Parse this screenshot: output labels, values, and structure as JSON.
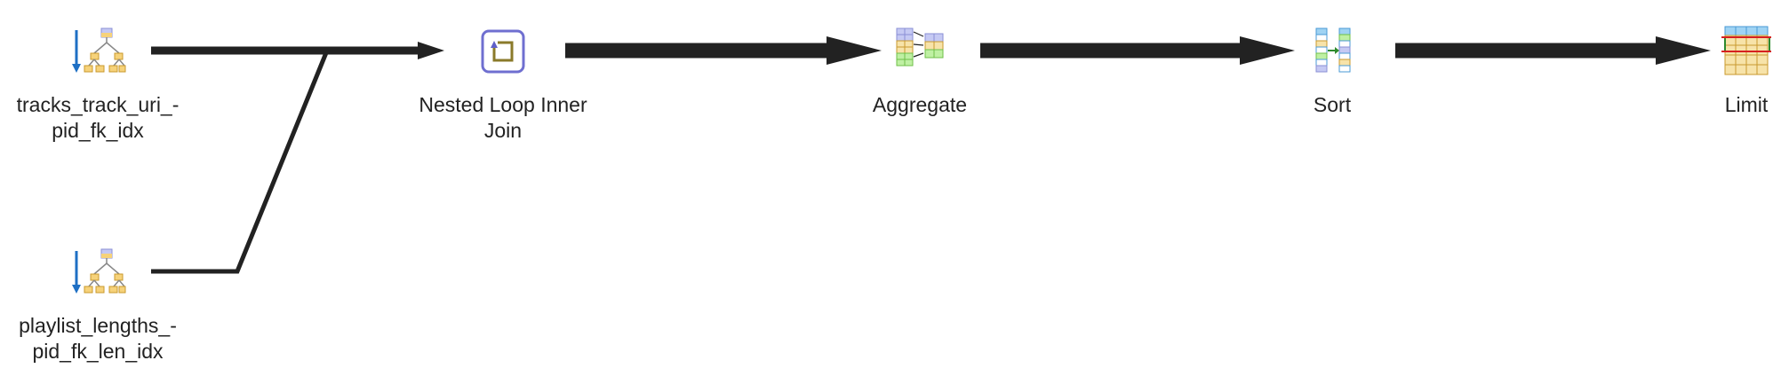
{
  "diagram": {
    "nodes": {
      "index_scan_1": {
        "label": "tracks_track_uri_-\npid_fk_idx",
        "icon": "index-scan-icon"
      },
      "index_scan_2": {
        "label": "playlist_lengths_-\npid_fk_len_idx",
        "icon": "index-scan-icon"
      },
      "nested_loop": {
        "label": "Nested Loop Inner\nJoin",
        "icon": "nested-loop-icon"
      },
      "aggregate": {
        "label": "Aggregate",
        "icon": "aggregate-icon"
      },
      "sort": {
        "label": "Sort",
        "icon": "sort-icon"
      },
      "limit": {
        "label": "Limit",
        "icon": "limit-icon"
      }
    },
    "edges": [
      {
        "from": "index_scan_1",
        "to": "nested_loop"
      },
      {
        "from": "index_scan_2",
        "to": "nested_loop"
      },
      {
        "from": "nested_loop",
        "to": "aggregate"
      },
      {
        "from": "aggregate",
        "to": "sort"
      },
      {
        "from": "sort",
        "to": "limit"
      }
    ],
    "colors": {
      "edge": "#222222",
      "scan_arrow": "#1e6fc4",
      "tree_fill": "#f6d27a",
      "tree_stroke": "#c99a2e",
      "blue_cell": "#c5c9f3",
      "yellow_cell": "#f7e3a9",
      "green_cell": "#bff0a3",
      "loop": "#6f6fd0"
    }
  }
}
